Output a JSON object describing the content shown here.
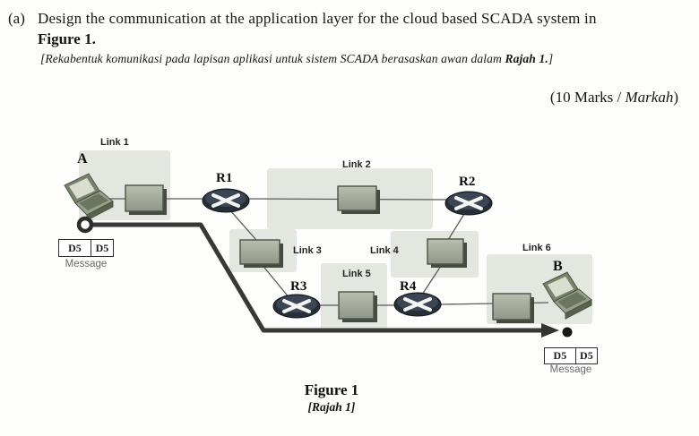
{
  "question": {
    "part": "(a)",
    "line1": "Design the communication at the application layer for the cloud based SCADA system in",
    "figure_ref": "Figure 1.",
    "translation_pre": "[Rekabentuk komunikasi pada lapisan aplikasi untuk sistem SCADA berasaskan awan dalam ",
    "translation_bold": "Rajah 1.",
    "translation_post": "]",
    "marks_pre": "(10 Marks / ",
    "marks_italic": "Markah",
    "marks_post": ")"
  },
  "diagram": {
    "hosts": [
      {
        "label": "A"
      },
      {
        "label": "B"
      }
    ],
    "routers": [
      {
        "label": "R1"
      },
      {
        "label": "R2"
      },
      {
        "label": "R3"
      },
      {
        "label": "R4"
      }
    ],
    "links": [
      {
        "label": "Link 1"
      },
      {
        "label": "Link 2"
      },
      {
        "label": "Link 3"
      },
      {
        "label": "Link 4"
      },
      {
        "label": "Link 5"
      },
      {
        "label": "Link 6"
      }
    ],
    "source_packet": {
      "cells": [
        "D5",
        "D5"
      ],
      "caption": "Message"
    },
    "dest_packet": {
      "cells": [
        "D5",
        "D5"
      ],
      "caption": "Message"
    },
    "colors": {
      "link_box_fill": "#9aa294",
      "link_box_shadow": "#454b40",
      "router_fill": "#262e38",
      "message_path": "#383838",
      "shaded_area": "#e4e7e0"
    }
  },
  "caption": {
    "title": "Figure 1",
    "subtitle": "[Rajah 1]"
  }
}
